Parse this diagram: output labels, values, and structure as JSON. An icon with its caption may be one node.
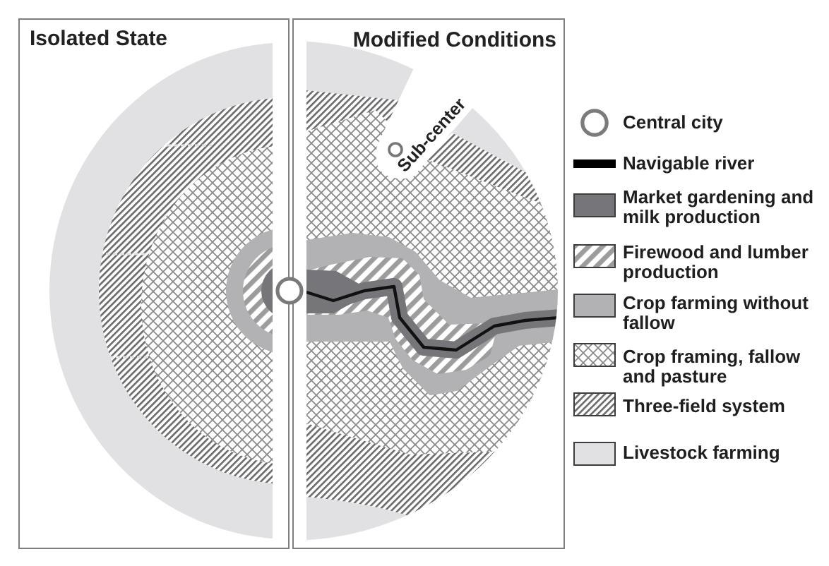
{
  "diagram": {
    "nodes": [
      {
        "text": [
          "Isolated State"
        ]
      },
      {
        "text": [
          "Modified Conditions"
        ]
      }
    ],
    "labels": [
      "Sub-center"
    ],
    "legend": [
      {
        "text": "Central city"
      },
      {
        "text": "Navigable river"
      },
      {
        "text": "Market gardening and milk production",
        "color": "#76767a"
      },
      {
        "text": "Firewood and lumber production"
      },
      {
        "text": "Crop farming without fallow",
        "color": "#b2b2b4"
      },
      {
        "text": "Crop framing, fallow and pasture"
      },
      {
        "text": "Three-field system"
      },
      {
        "text": "Livestock farming",
        "color": "#e1e1e3"
      }
    ]
  }
}
